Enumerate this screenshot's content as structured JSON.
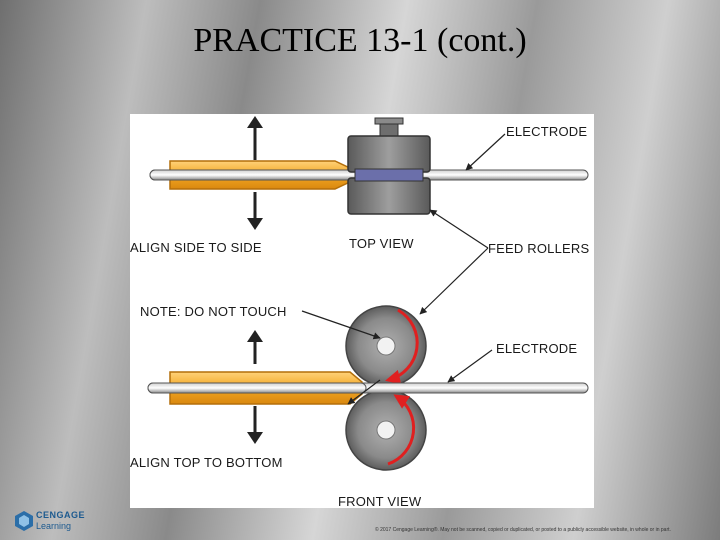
{
  "slide": {
    "title": "PRACTICE 13-1 (cont.)"
  },
  "diagram": {
    "labels": {
      "electrode_top": "ELECTRODE",
      "align_side": "ALIGN SIDE TO SIDE",
      "top_view": "TOP VIEW",
      "feed_rollers": "FEED ROLLERS",
      "note": "NOTE: DO NOT TOUCH",
      "electrode_front": "ELECTRODE",
      "align_top": "ALIGN TOP TO BOTTOM",
      "front_view": "FRONT VIEW"
    }
  },
  "footer": {
    "logo_line1": "CENGAGE",
    "logo_line2": "Learning",
    "copyright": "© 2017 Cengage Learning®. May not be scanned, copied or duplicated, or posted to a publicly accessible website, in whole or in part."
  },
  "colors": {
    "gun_orange": "#f3a623",
    "gun_edge": "#c77d0e",
    "roller_gray": "#8b8b8b",
    "arrow_red": "#e02020"
  }
}
